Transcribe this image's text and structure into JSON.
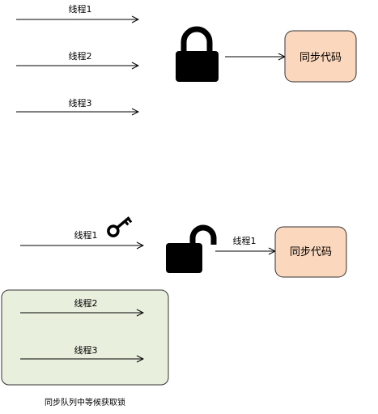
{
  "colors": {
    "code_box_fill": "#fad7bd",
    "code_box_stroke": "#333333",
    "queue_fill": "#e8efdc",
    "queue_stroke": "#333333",
    "lock": "#000000",
    "arrow": "#000000"
  },
  "icons": {
    "locked": "padlock-closed",
    "unlocked": "padlock-open",
    "key": "key"
  },
  "top": {
    "threads": [
      "线程1",
      "线程2",
      "线程3"
    ],
    "code_box": "同步代码"
  },
  "bottom": {
    "owner_thread": "线程1",
    "arrow_label": "线程1",
    "code_box": "同步代码",
    "queue_threads": [
      "线程2",
      "线程3"
    ],
    "queue_caption": "同步队列中等候获取锁"
  }
}
